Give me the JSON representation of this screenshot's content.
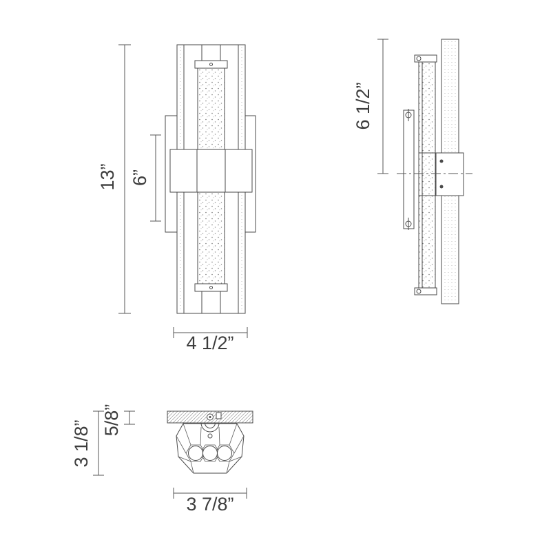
{
  "drawing": {
    "front": {
      "dim_height": "13”",
      "dim_center_height": "6”",
      "dim_width": "4 1/2”"
    },
    "side": {
      "dim_top_to_center": "6 1/2”"
    },
    "bottom": {
      "dim_depth": "3 1/8”",
      "dim_plate_thickness": "5/8”",
      "dim_width": "3 7/8”"
    },
    "colors": {
      "line": "#4a4a4a",
      "light_line": "#a8a8a8",
      "text": "#3d3d3d",
      "background": "#ffffff"
    }
  }
}
